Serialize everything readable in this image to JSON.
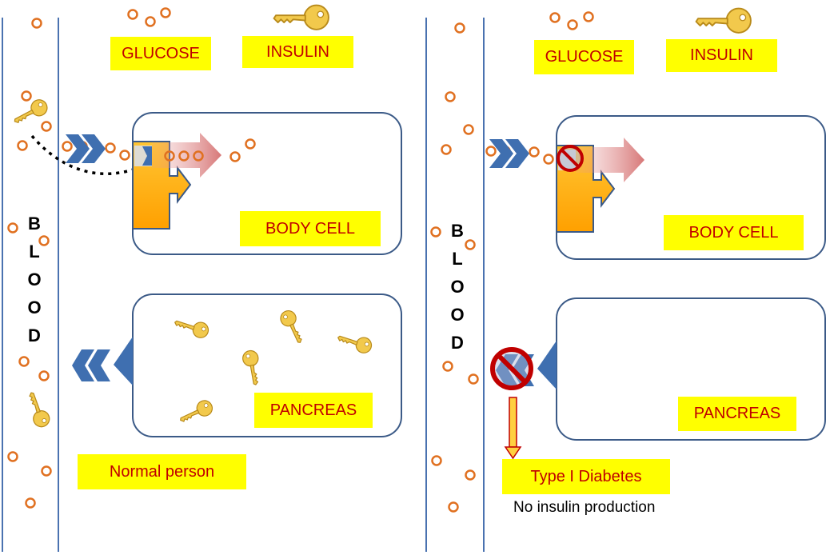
{
  "left": {
    "glucose_label": "GLUCOSE",
    "insulin_label": "INSULIN",
    "blood_letters": [
      "B",
      "L",
      "O",
      "O",
      "D"
    ],
    "body_cell_label": "BODY CELL",
    "pancreas_label": "PANCREAS",
    "case_label": "Normal person"
  },
  "right": {
    "glucose_label": "GLUCOSE",
    "insulin_label": "INSULIN",
    "blood_letters": [
      "B",
      "L",
      "O",
      "O",
      "D"
    ],
    "body_cell_label": "BODY CELL",
    "pancreas_label": "PANCREAS",
    "case_label": "Type I Diabetes",
    "case_note": "No insulin production"
  },
  "colors": {
    "label_bg": "#ffff00",
    "label_text": "#c00000",
    "glucose": "#e07020",
    "key": "#f2c94c",
    "arrow_blue": "#3f6fb0",
    "receptor": "#ffb300",
    "block_red": "#c00000"
  }
}
